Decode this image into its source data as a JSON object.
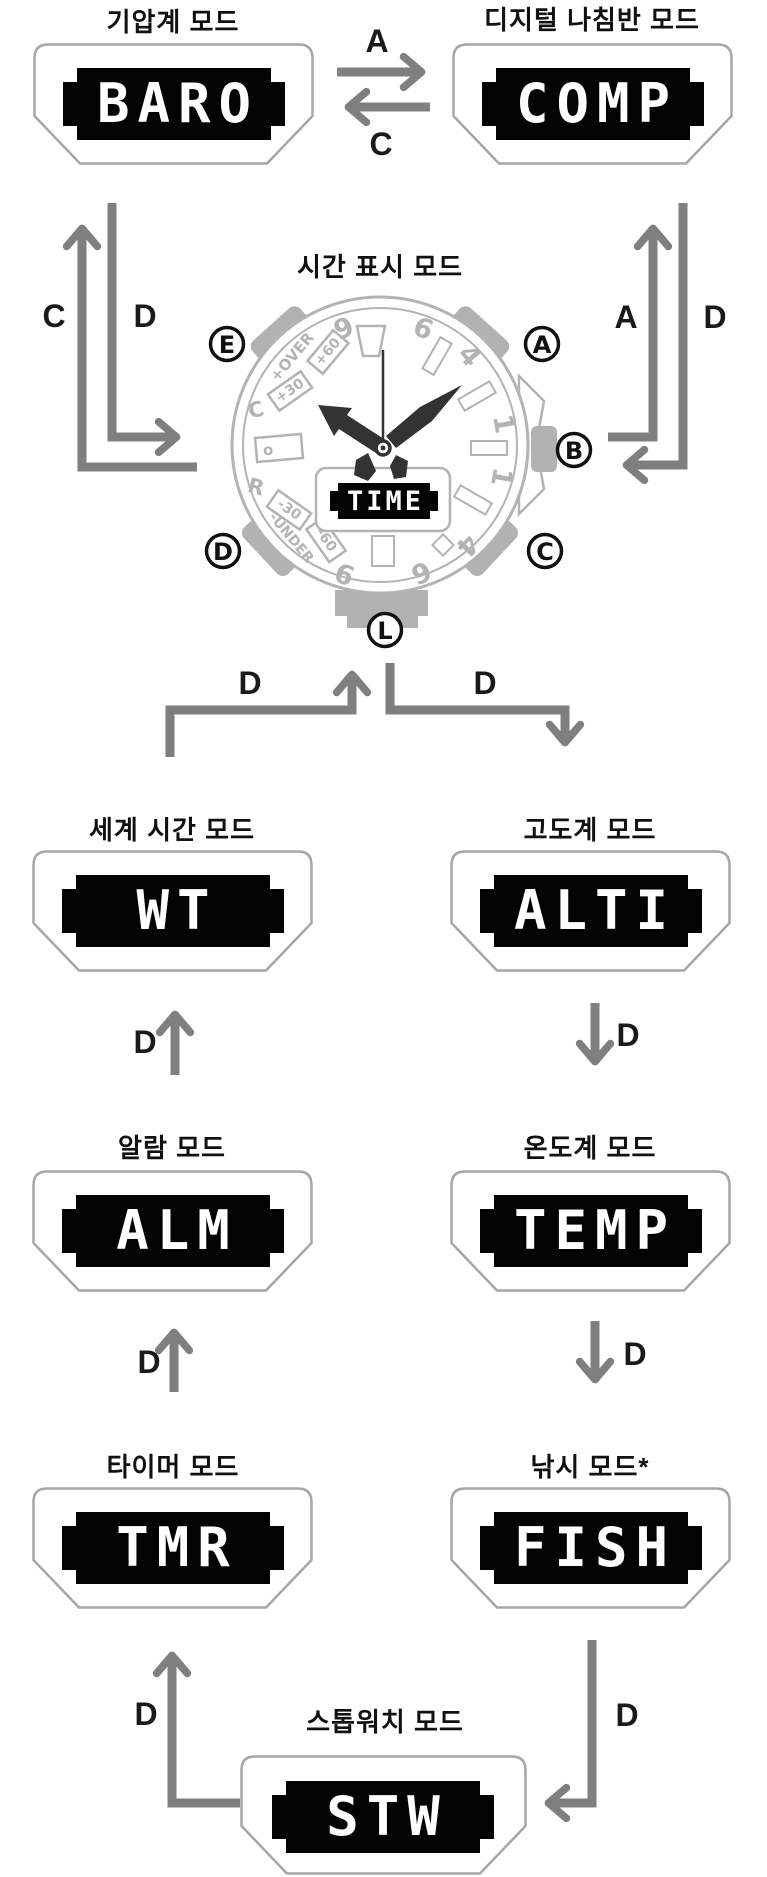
{
  "modes": {
    "baro": {
      "label": "기압계 모드",
      "lcd": "BARO"
    },
    "comp": {
      "label": "디지털 나침반 모드",
      "lcd": "COMP"
    },
    "time": {
      "label": "시간 표시 모드",
      "lcd": "TIME"
    },
    "wt": {
      "label": "세계 시간 모드",
      "lcd": "WT"
    },
    "alti": {
      "label": "고도계 모드",
      "lcd": "ALTI"
    },
    "alm": {
      "label": "알람 모드",
      "lcd": "ALM"
    },
    "temp": {
      "label": "온도계 모드",
      "lcd": "TEMP"
    },
    "tmr": {
      "label": "타이머 모드",
      "lcd": "TMR"
    },
    "fish": {
      "label": "낚시 모드*",
      "lcd": "FISH"
    },
    "stw": {
      "label": "스톱워치 모드",
      "lcd": "STW"
    }
  },
  "arrow_labels": {
    "a_baro_comp": "A",
    "c_comp_baro": "C",
    "c_to_baro": "C",
    "d_from_baro": "D",
    "a_to_comp": "A",
    "d_from_comp": "D",
    "d_wt_to_time": "D",
    "d_time_to_alti": "D",
    "d_alm_to_wt": "D",
    "d_alti_to_temp": "D",
    "d_tmr_to_alm": "D",
    "d_temp_to_fish": "D",
    "d_stw_to_tmr": "D",
    "d_fish_to_stw": "D"
  },
  "watch": {
    "lcd": "TIME",
    "buttons": {
      "a": "A",
      "b": "B",
      "c": "C",
      "d": "D",
      "e": "E",
      "l": "L"
    },
    "numerals": [
      "9",
      "6",
      "4",
      "1",
      "1",
      "4",
      "6",
      "9"
    ],
    "scale": [
      "+OVER",
      "+60",
      "+30",
      "C",
      "o",
      "R",
      "-30",
      "-UNDER",
      "-60"
    ]
  },
  "colors": {
    "arrow": "#7f7f7f",
    "panel_outline": "#a6a6a6",
    "watch_line": "#b3b3b3",
    "bumper": "#b2b2b2",
    "lcd_bg": "#000000",
    "lcd_text": "#ffffff",
    "text": "#111111"
  }
}
